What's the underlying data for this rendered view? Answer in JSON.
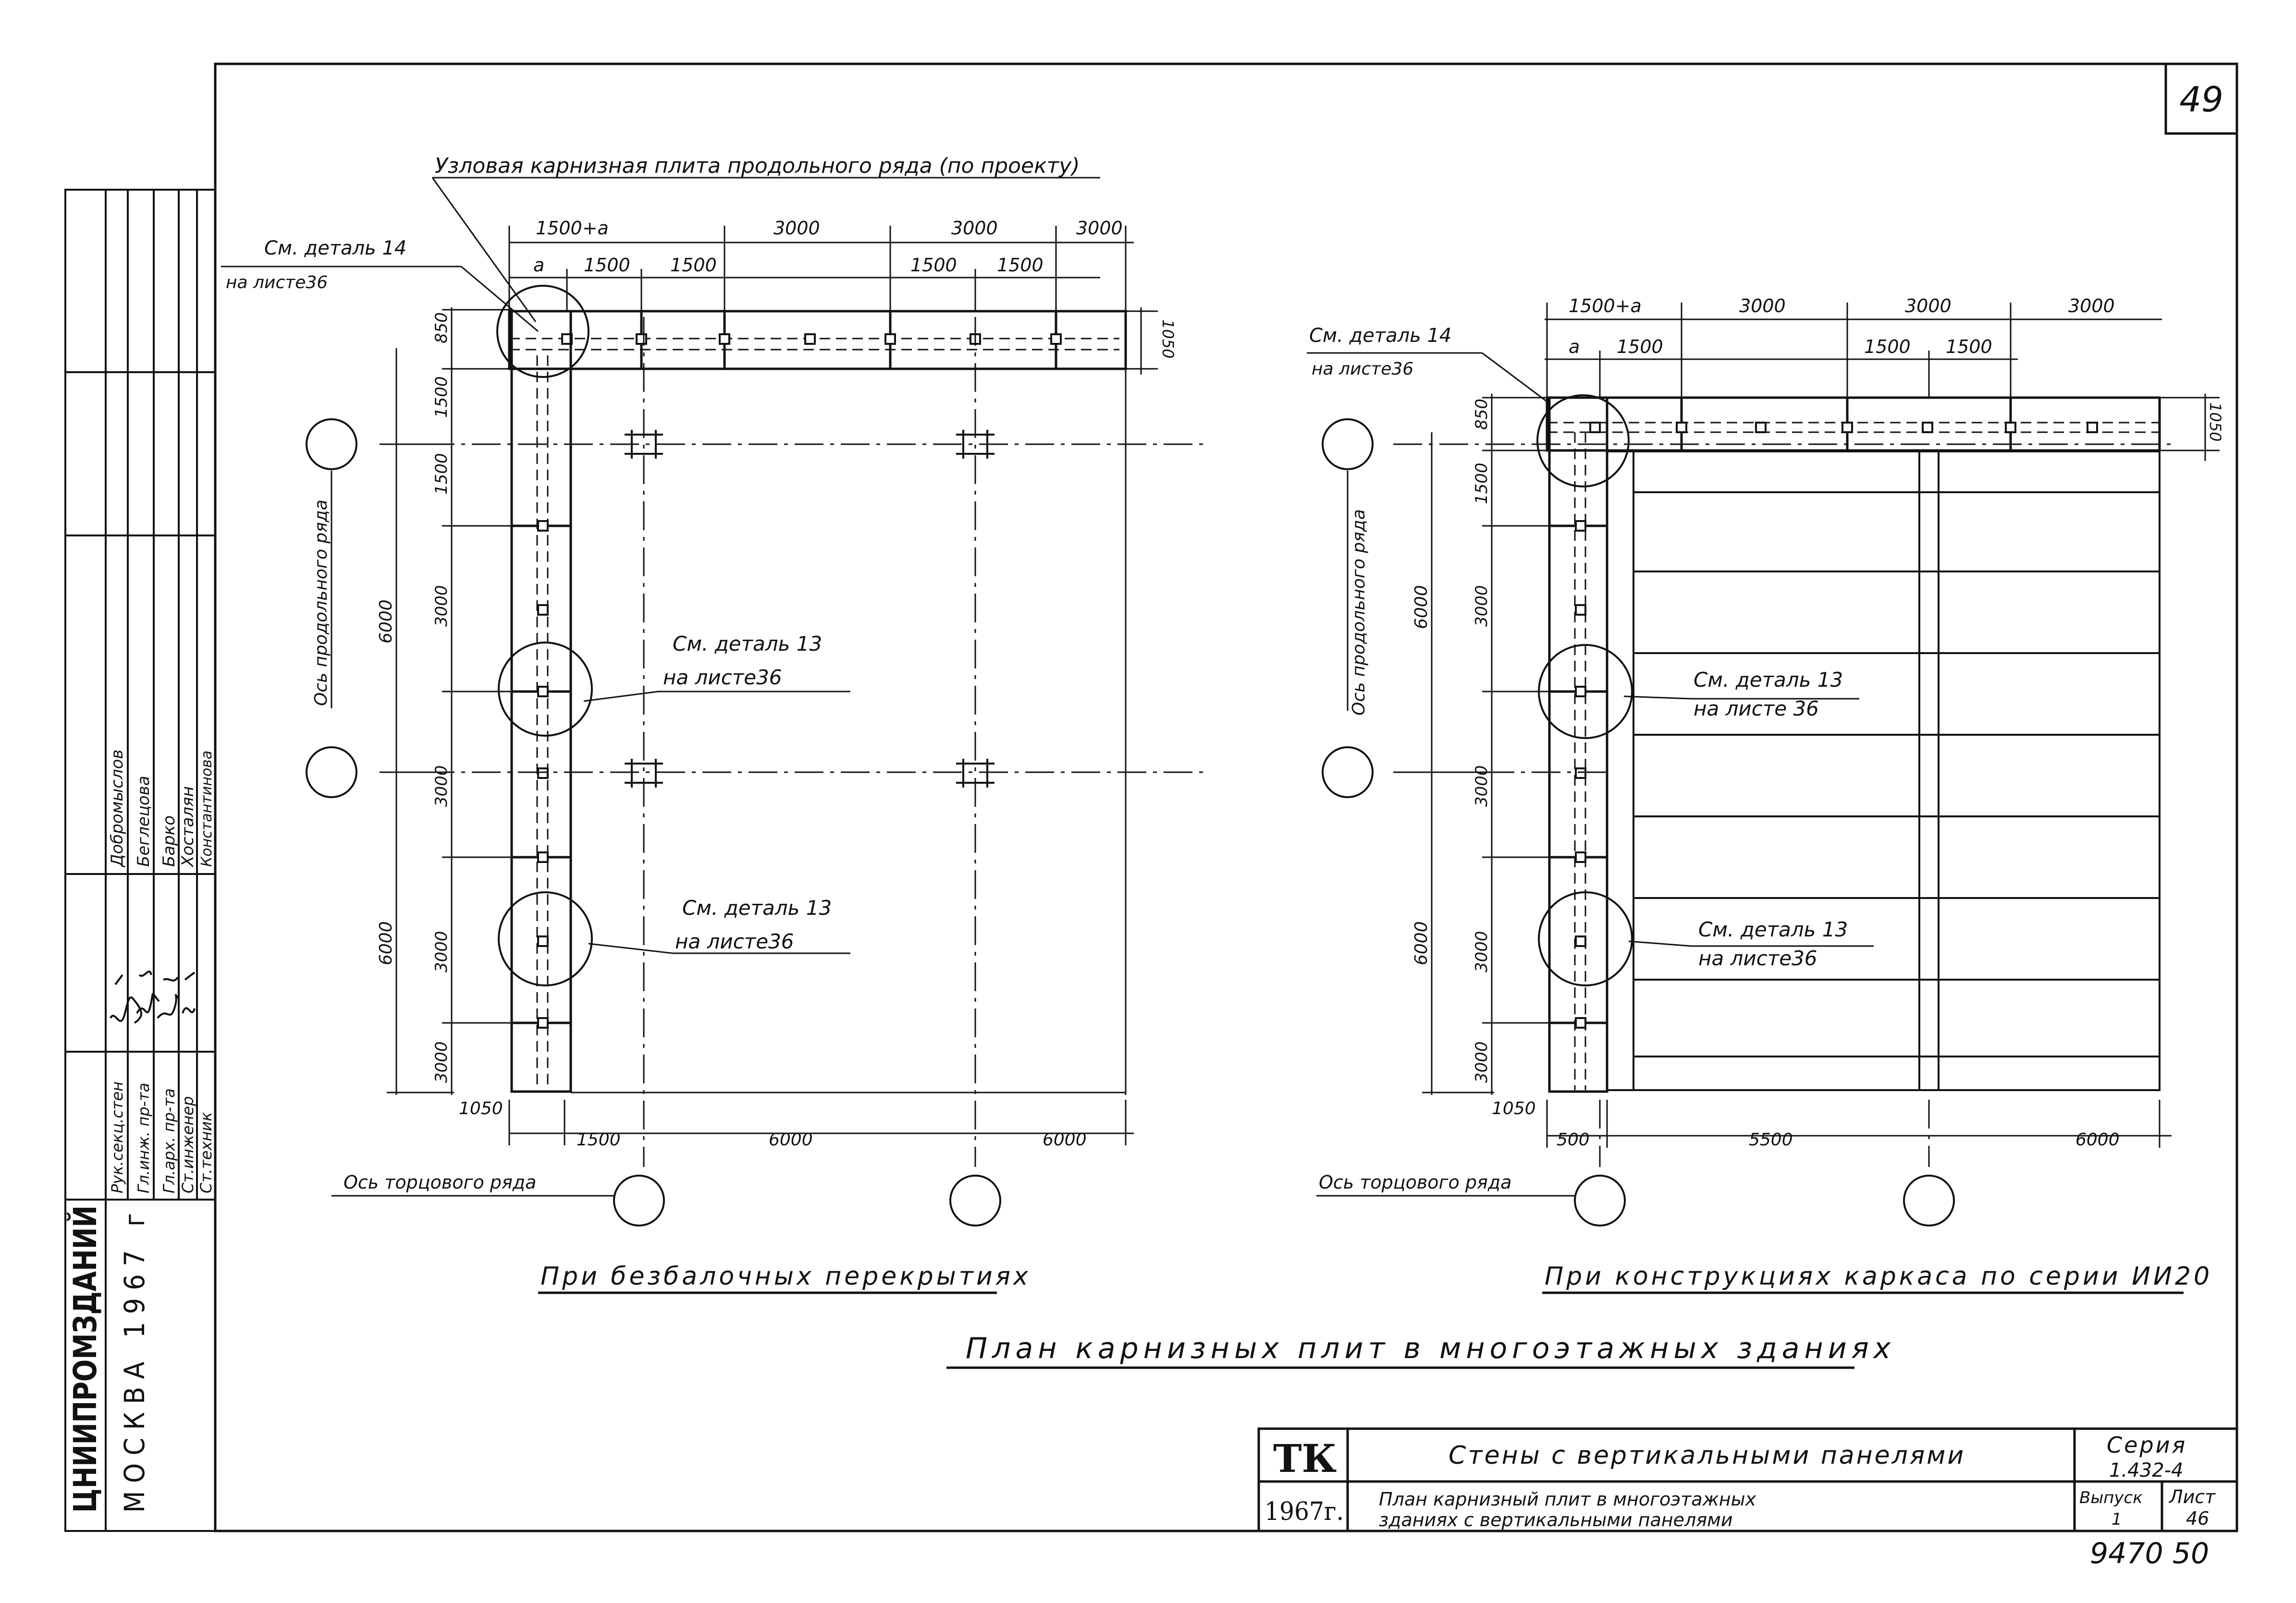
{
  "sheet": {
    "page_number": "49",
    "bottom_numbers": "9470 50"
  },
  "colors": {
    "ink": "#111111",
    "paper": "#ffffff"
  },
  "left_stamp": {
    "org": "ЦНИИПРОМЗДАНИЙ",
    "city_year": "МОСКВА 1967 г",
    "roles": [
      "Рук.секц.стен",
      "Гл.инж. пр-та",
      "Гл.арх. пр-та",
      "Ст.инженер",
      "Ст.техник"
    ],
    "names": [
      "Добромыслов",
      "Беглецова",
      "Барко",
      "Хосталян",
      "Константинова"
    ]
  },
  "left_plan": {
    "leader_top": "Узловая карнизная плита продольного ряда (по проекту)",
    "detail14": [
      "См. деталь 14",
      "на листе36"
    ],
    "detail13a": [
      "См. деталь 13",
      "на листе36"
    ],
    "detail13b": [
      "См. деталь 13",
      "на листе36"
    ],
    "top_dims_row1": [
      "1500+а",
      "3000",
      "3000",
      "3000"
    ],
    "top_dims_row2": [
      "а",
      "1500",
      "1500",
      "1500",
      "1500"
    ],
    "right_dim": "1050",
    "left_dims": [
      "850",
      "1500",
      "1500",
      "3000",
      "3000",
      "3000",
      "3000"
    ],
    "outer_dims": [
      "6000",
      "6000"
    ],
    "bottom_dims": [
      "1050",
      "1500",
      "6000",
      "6000"
    ],
    "axis_long": "Ось продольного ряда",
    "axis_end": "Ось торцового ряда",
    "caption": "При безбалочных перекрытиях"
  },
  "right_plan": {
    "detail14": [
      "См. деталь 14",
      "на листе36"
    ],
    "detail13a": [
      "См. деталь 13",
      "на листе 36"
    ],
    "detail13b": [
      "См. деталь 13",
      "на листе36"
    ],
    "top_dims_row1": [
      "1500+а",
      "3000",
      "3000",
      "3000"
    ],
    "top_dims_row2": [
      "а",
      "1500",
      "1500",
      "1500"
    ],
    "right_dim": "1050",
    "left_dims": [
      "850",
      "1500",
      "3000",
      "3000",
      "3000",
      "3000"
    ],
    "outer_dims": [
      "6000",
      "6000"
    ],
    "bottom_dims": [
      "1050",
      "500",
      "5500",
      "6000"
    ],
    "axis_long": "Ось продольного ряда",
    "axis_end": "Ось торцового ряда",
    "caption": "При конструкциях каркаса по серии ИИ20"
  },
  "main_title": "План карнизных плит в многоэтажных зданиях",
  "title_block": {
    "tk": "ТК",
    "year": "1967г.",
    "subject": "Стены с вертикальными панелями",
    "description_line1": "План карнизный плит в многоэтажных",
    "description_line2": "зданиях с вертикальными панелями",
    "series_label": "Серия",
    "series_value": "1.432-4",
    "issue_label": "Выпуск",
    "issue_value": "1",
    "sheet_label": "Лист",
    "sheet_value": "46"
  }
}
